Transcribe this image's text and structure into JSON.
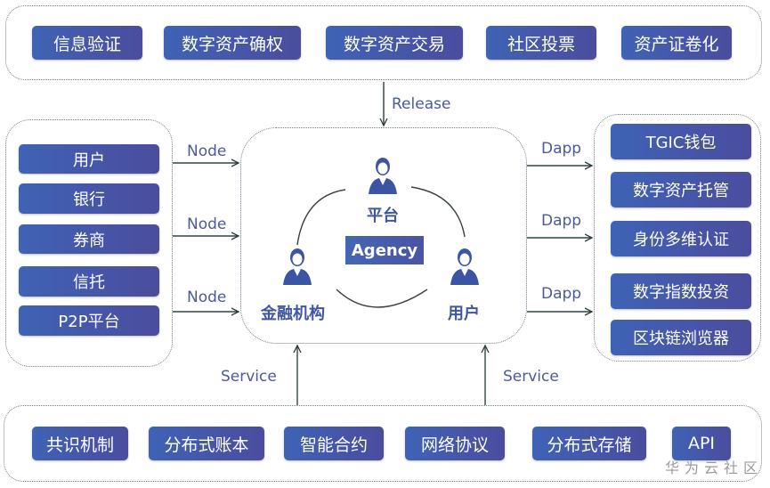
{
  "top_layer": {
    "items": [
      "信息验证",
      "数字资产确权",
      "数字资产交易",
      "社区投票",
      "资产证卷化"
    ]
  },
  "left_layer": {
    "items": [
      "用户",
      "银行",
      "券商",
      "信托",
      "P2P平台"
    ]
  },
  "right_layer": {
    "items": [
      "TGIC钱包",
      "数字资产托管",
      "身份多维认证",
      "数字指数投资",
      "区块链浏览器"
    ]
  },
  "bottom_layer": {
    "items": [
      "共识机制",
      "分布式账本",
      "智能合约",
      "网络协议",
      "分布式存储",
      "API"
    ]
  },
  "center": {
    "agency_label": "Agency",
    "nodes": [
      "平台",
      "金融机构",
      "用户"
    ]
  },
  "connectors": {
    "release": "Release",
    "node": [
      "Node",
      "Node",
      "Node"
    ],
    "dapp": [
      "Dapp",
      "Dapp",
      "Dapp"
    ],
    "service": [
      "Service",
      "Service"
    ]
  },
  "watermark": "华为云社区",
  "colors": {
    "button_start": "#3f63b5",
    "button_end": "#4b4d9e",
    "label_text": "#4a5a9c",
    "border": "#6f7f93"
  }
}
